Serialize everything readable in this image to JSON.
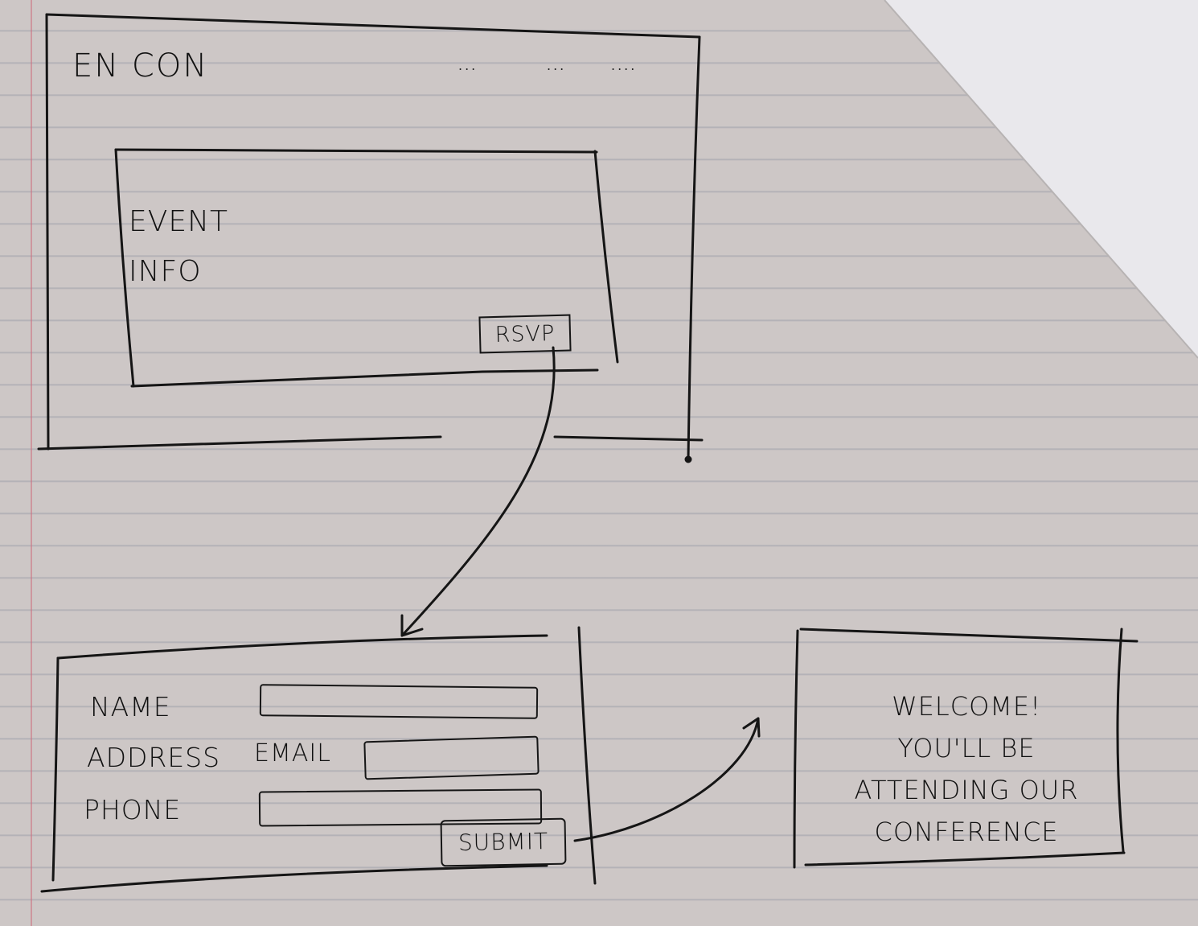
{
  "landing_page": {
    "logo": "EN CON",
    "nav_items": [
      "...",
      "...",
      "...."
    ],
    "event_card": {
      "title_line1": "EVENT",
      "title_line2": "INFO",
      "rsvp_label": "RSVP"
    }
  },
  "rsvp_form": {
    "fields": [
      {
        "label": "NAME"
      },
      {
        "label": "ADDRESS"
      },
      {
        "label": "EMAIL"
      },
      {
        "label": "PHONE"
      }
    ],
    "submit_label": "SUBMIT"
  },
  "confirmation": {
    "line1": "WELCOME!",
    "line2": "YOU'LL BE",
    "line3": "ATTENDING OUR",
    "line4": "CONFERENCE"
  },
  "colors": {
    "paper": "#cdc7c6",
    "ink": "#151515",
    "ruled_line": "#8c93a3",
    "margin_line": "#cd6e7d"
  }
}
